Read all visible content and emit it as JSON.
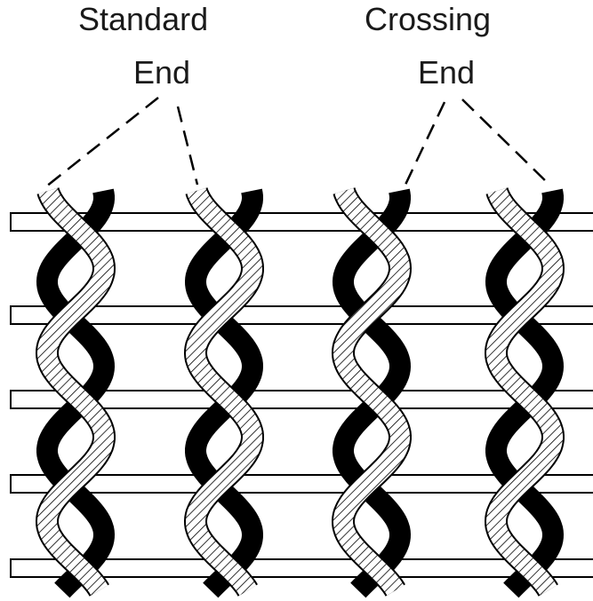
{
  "labels": {
    "standard_top": "Standard",
    "standard_bottom": "End",
    "crossing_top": "Crossing",
    "crossing_bottom": "End"
  },
  "colors": {
    "ink": "#000000",
    "background": "#ffffff"
  },
  "structure": {
    "weft_rows": 5,
    "leno_pairs": 4
  }
}
